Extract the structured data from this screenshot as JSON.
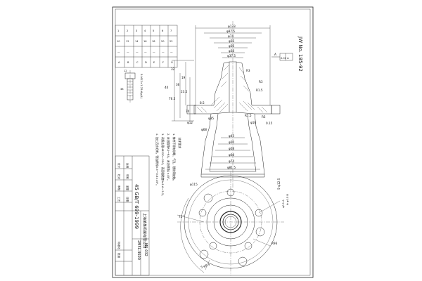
{
  "drawing": {
    "drawing_no": "JW No. 185-92",
    "code": "2M5L-4600",
    "sheet_code": "M5-032",
    "standard": "45 GB/T 699-1999",
    "company": "上海某某机械有限公司"
  },
  "stud": {
    "callout": "5-M12×1.25-6g(4)",
    "dims": [
      "12",
      "38"
    ]
  },
  "param_table": {
    "rows": [
      [
        "1",
        "2",
        "3",
        "4",
        "5",
        "6",
        "7"
      ],
      [
        "10",
        "12",
        "14",
        "16",
        "18",
        "20",
        "22"
      ],
      [
        "—",
        "—",
        "—",
        "—",
        "—",
        "—",
        "—"
      ],
      [
        "A",
        "B",
        "C",
        "D",
        "E",
        "F",
        "G"
      ]
    ]
  },
  "section_dims": {
    "top": [
      "φ133",
      "φ97.5",
      "φ74",
      "φ56",
      "φ56",
      "φ38",
      "φ37.5"
    ],
    "bottom": [
      "φ43",
      "φ50",
      "φ58",
      "φ68",
      "φ74",
      "φ81.5"
    ],
    "left": [
      "32",
      "36",
      "19",
      "40",
      "76.5",
      "23.5",
      "70",
      "8.5"
    ],
    "right": [
      "R3",
      "R1.5",
      "R3",
      "R5",
      "R1.5",
      "0.15"
    ],
    "flange": [
      "φ12",
      "φ35",
      "φ68",
      "φ16"
    ],
    "tolerance": "0.02 A",
    "datum": "A"
  },
  "plan_dims": {
    "pcd": "φ115",
    "holes": "5-φ12.5",
    "radius": "R96",
    "angle": "72°",
    "tolerance": [
      "φ0.1 A",
      "⊕ φ0.5 B"
    ],
    "bottom_callout": "5-φ8.5"
  },
  "notes": {
    "heading": "技术要求",
    "items": [
      "1. 铸件不得有砂眼、气孔、裂纹等缺陷。",
      "2. 未注圆角R3～R5，未注倒角1×45°。",
      "3. 调质处理HB220～250，表面粗糙度Ra1.6～3.2。",
      "4. 加工后去毛刺，锐边倒钝0.5～0.8×45°。"
    ]
  },
  "title_block": {
    "labels": [
      "设计",
      "校对",
      "审核",
      "工艺",
      "标准化",
      "批准",
      "比例",
      "材料",
      "重量",
      "日期"
    ]
  }
}
